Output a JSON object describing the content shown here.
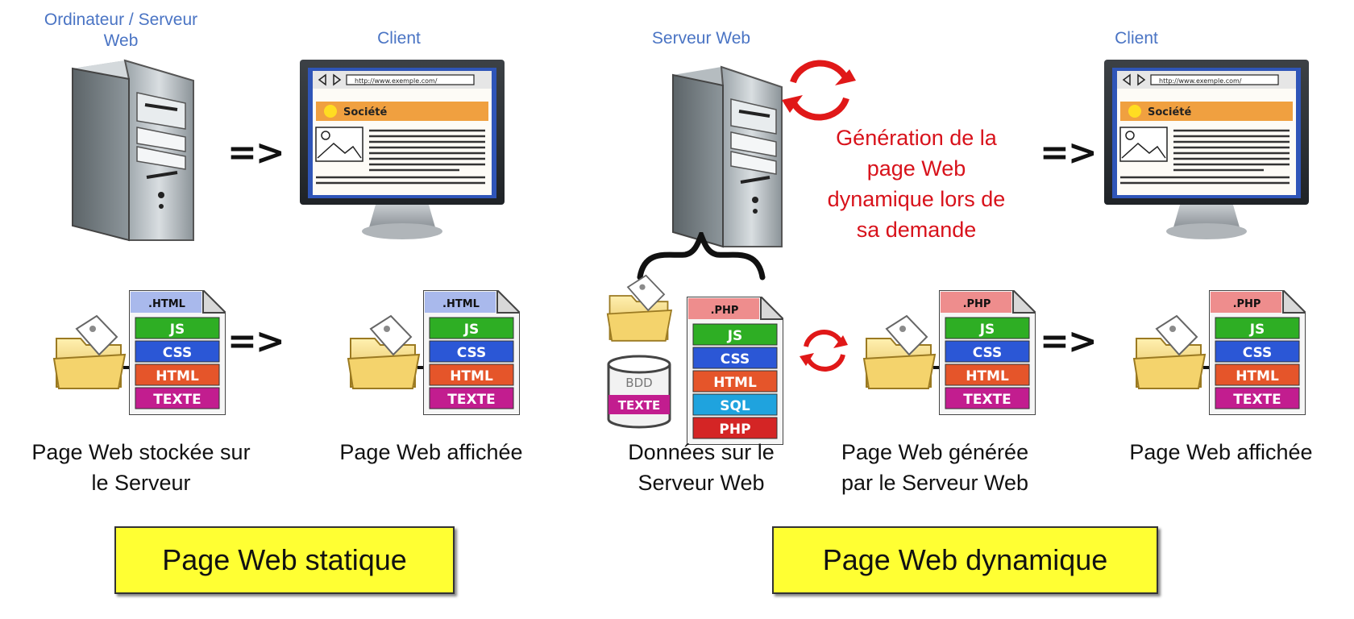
{
  "labels": {
    "server_static": "Ordinateur / Serveur Web",
    "client_static": "Client",
    "server_dynamic": "Serveur Web",
    "client_dynamic": "Client",
    "generation_note": "Génération de la page Web dynamique lors de sa demande"
  },
  "arrows": {
    "implies": "=>"
  },
  "browser": {
    "url": "http://www.exemple.com/",
    "company": "Société"
  },
  "file_stacks": {
    "static_stored": {
      "header": "HTML",
      "layers": [
        "JS",
        "CSS",
        "HTML",
        "TEXTE"
      ]
    },
    "static_displayed": {
      "header": "HTML",
      "layers": [
        "JS",
        "CSS",
        "HTML",
        "TEXTE"
      ]
    },
    "dynamic_source": {
      "header": "PHP",
      "layers": [
        "JS",
        "CSS",
        "HTML",
        "SQL",
        "PHP"
      ]
    },
    "dynamic_generated": {
      "header": "PHP",
      "layers": [
        "JS",
        "CSS",
        "HTML",
        "TEXTE"
      ]
    },
    "dynamic_displayed": {
      "header": "PHP",
      "layers": [
        "JS",
        "CSS",
        "HTML",
        "TEXTE"
      ]
    }
  },
  "database": {
    "label": "BDD",
    "band": "TEXTE"
  },
  "captions": {
    "stored": "Page Web stockée sur le Serveur",
    "displayed_static": "Page Web affichée",
    "data_server": "Données sur le Serveur Web",
    "generated": "Page Web générée par le Serveur Web",
    "displayed_dynamic": "Page Web affichée"
  },
  "banners": {
    "static": "Page Web statique",
    "dynamic": "Page Web dynamique"
  },
  "colors": {
    "js": "#2eae24",
    "css": "#2b57d6",
    "html": "#e5552a",
    "texte": "#c21d8f",
    "sql": "#1fa3de",
    "php_layer": "#d42525",
    "html_header": "#a9b9ec",
    "php_header": "#ee8d8d",
    "company_bar": "#f0a040",
    "banner": "#ffff33",
    "red_text": "#d8121b",
    "blue_text": "#4a74c4"
  }
}
